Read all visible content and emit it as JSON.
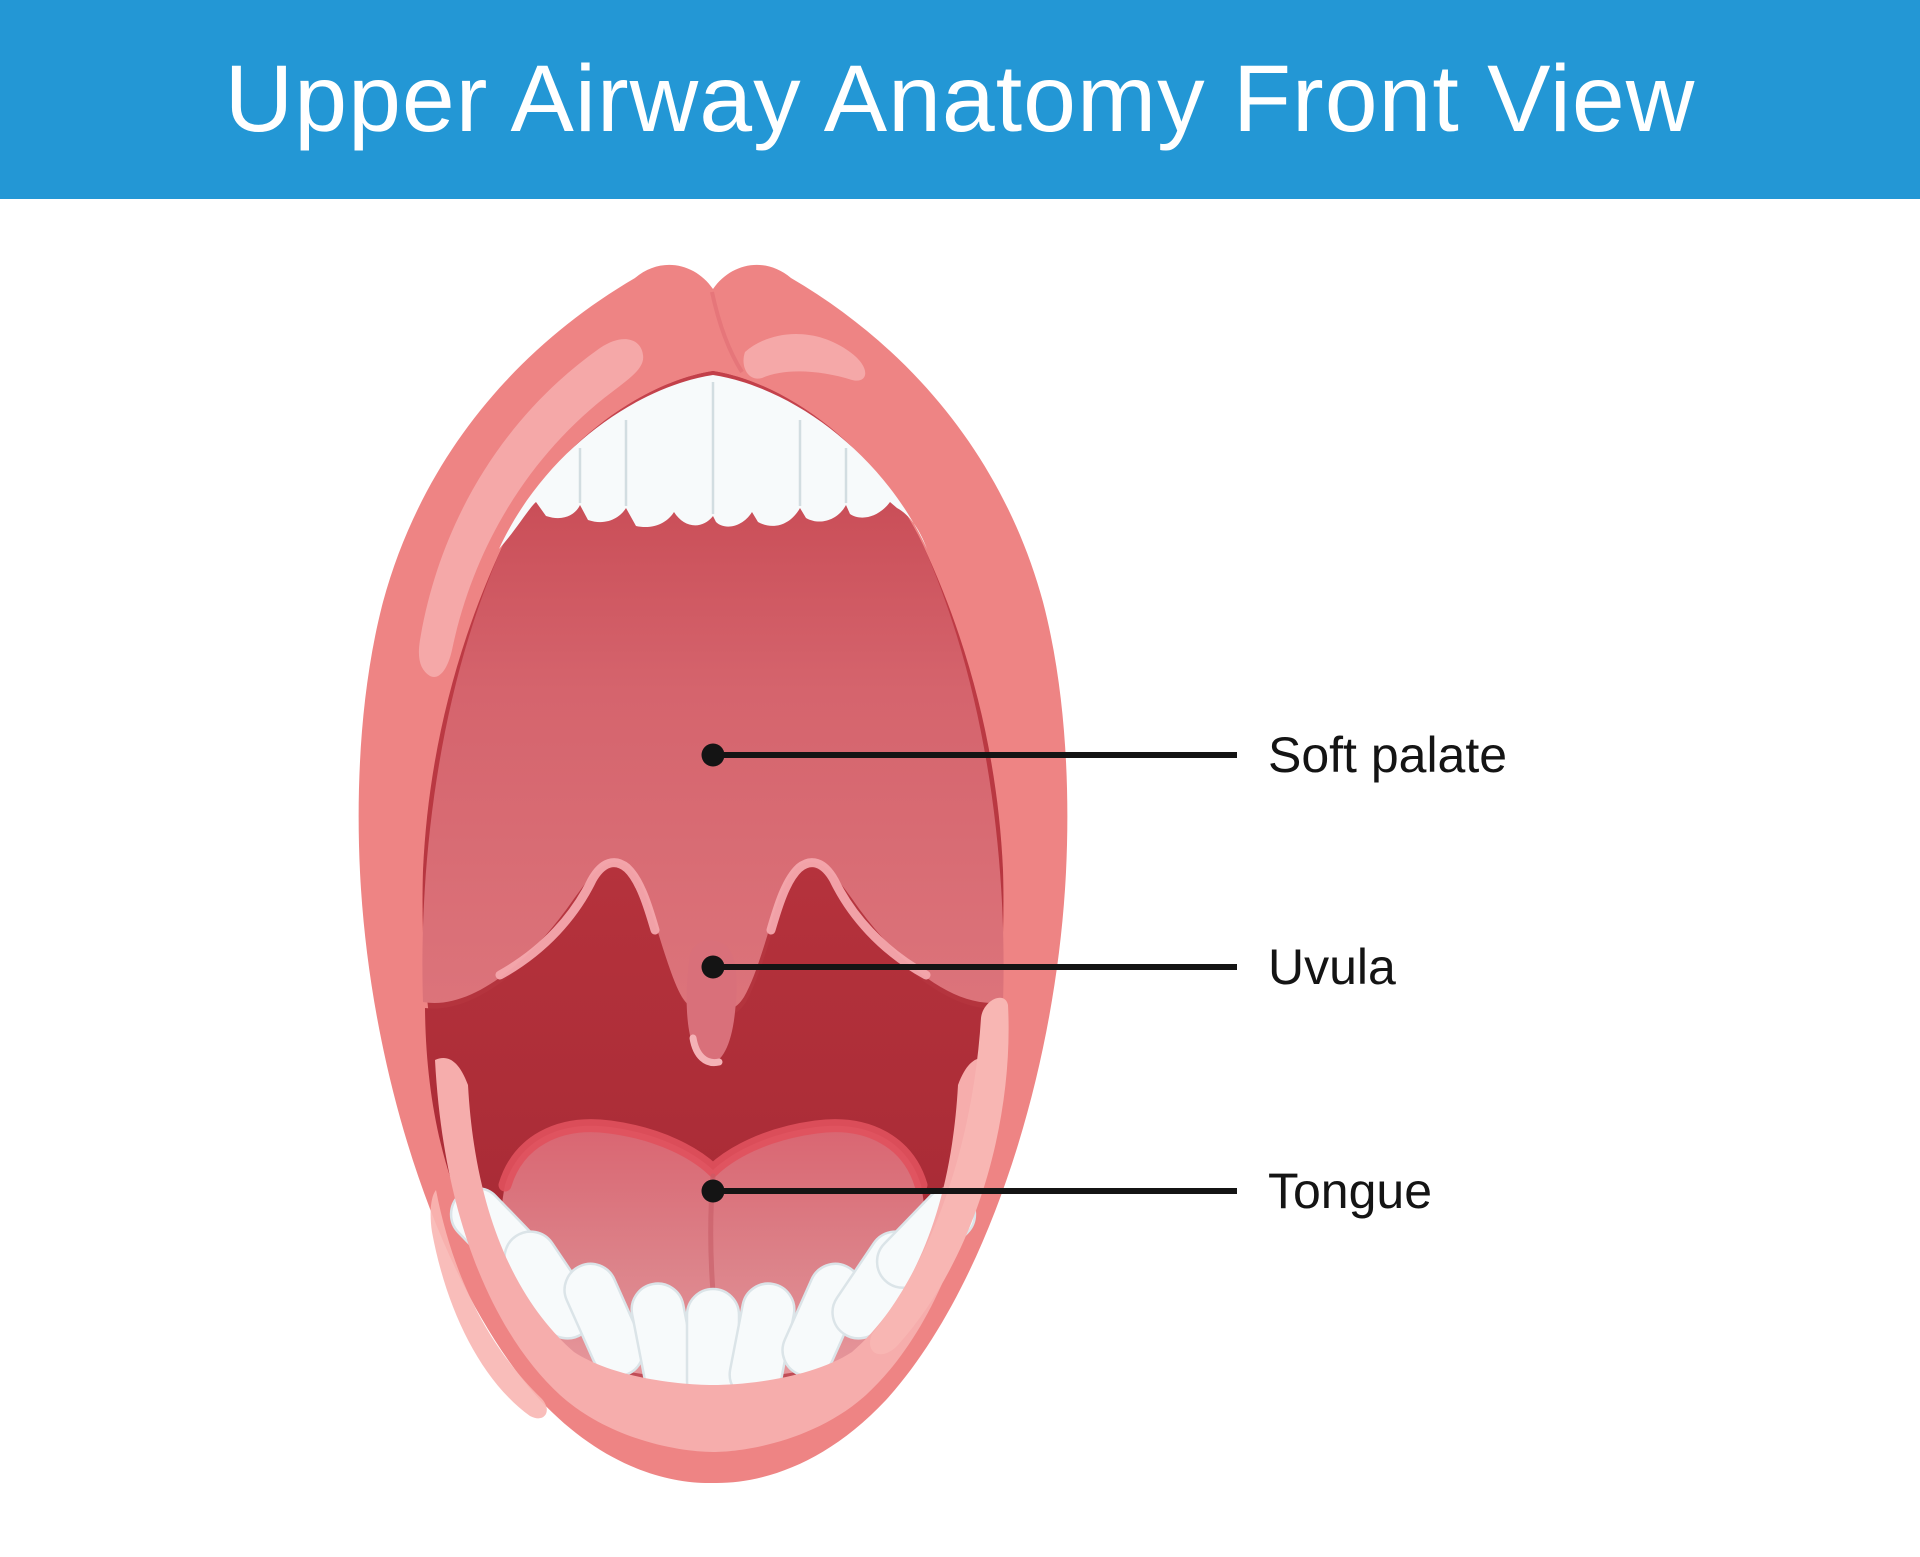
{
  "header": {
    "title": "Upper Airway Anatomy Front View",
    "background_color": "#2397d5",
    "text_color": "#ffffff"
  },
  "figure": {
    "subject": "Open human mouth, front view anatomical illustration",
    "annotations": [
      {
        "label": "Soft palate"
      },
      {
        "label": "Uvula"
      },
      {
        "label": "Tongue"
      }
    ],
    "colors": {
      "lips": "#ee8484",
      "lip_highlight": "#f5a8a8",
      "lip_inner_shine": "#f8b6b3",
      "oral_cavity_dark": "#b5323c",
      "soft_palate": "#d5646d",
      "arch_ridge_highlight": "#f4a8ad",
      "uvula": "#d9707a",
      "tongue": "#dc8289",
      "tongue_rim": "#e0515d",
      "teeth": "#f7fafb",
      "teeth_outline": "#dbe4e8",
      "inner_lower_lip": "#f6adac",
      "leader_line": "#141414",
      "label_text": "#141414"
    }
  }
}
